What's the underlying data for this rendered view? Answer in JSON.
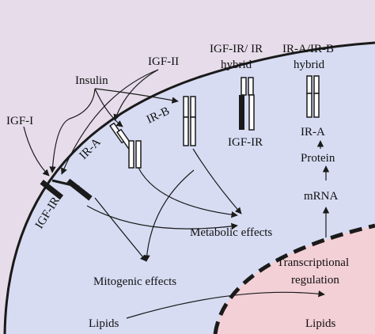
{
  "colors": {
    "extracellular": "#e6dcea",
    "cytoplasm": "#d7dcf3",
    "nucleus": "#f3cfd6",
    "membrane": "#1a1a1a",
    "receptor_fill": "#ffffff",
    "text": "#111111"
  },
  "labels": {
    "insulin": "Insulin",
    "igf2": "IGF-II",
    "igf1": "IGF-I",
    "igf1r_hybrid_line1": "IGF-IR/ IR",
    "igf1r_hybrid_line2": "hybrid",
    "ira_irb_hybrid_line1": "IR-A/IR-B",
    "ira_irb_hybrid_line2": "hybrid",
    "igf1r_membrane": "IGF-IR",
    "ir_a_rotated": "IR-A",
    "ir_b_rotated": "IR-B",
    "ir_a_inside": "IR-A",
    "protein": "Protein",
    "mrna": "mRNA",
    "metabolic_effects": "Metabolic effects",
    "mitogenic_effects": "Mitogenic effects",
    "transcriptional_line1": "Transcriptional",
    "transcriptional_line2": "regulation",
    "lipids_left": "Lipids",
    "lipids_right": "Lipids",
    "igf1r_rotated": "IGF-IR"
  }
}
